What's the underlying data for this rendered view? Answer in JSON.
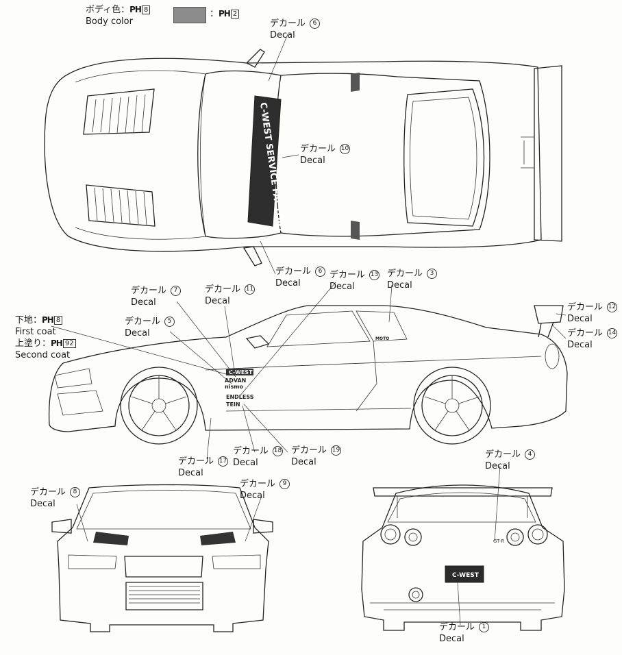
{
  "legend": {
    "body_color_jp": "ボディ色：",
    "body_color_en": "Body color",
    "paint_prefix": "PH",
    "body_paint_no": "8",
    "swatch_paint_no": "2",
    "swatch_color": "#8c8c8c",
    "first_coat_jp": "下地：",
    "first_coat_en": "First coat",
    "first_coat_no": "8",
    "second_coat_jp": "上塗り：",
    "second_coat_en": "Second coat",
    "second_coat_no": "92"
  },
  "decal_jp": "デカール",
  "decal_en": "Decal",
  "callouts": [
    {
      "id": "top-6a",
      "no": "6"
    },
    {
      "id": "top-10",
      "no": "10"
    },
    {
      "id": "top-6b",
      "no": "6"
    },
    {
      "id": "side-13",
      "no": "13"
    },
    {
      "id": "side-3",
      "no": "3"
    },
    {
      "id": "side-7",
      "no": "7"
    },
    {
      "id": "side-11",
      "no": "11"
    },
    {
      "id": "side-5",
      "no": "5"
    },
    {
      "id": "side-12",
      "no": "12"
    },
    {
      "id": "side-14",
      "no": "14"
    },
    {
      "id": "side-17",
      "no": "17"
    },
    {
      "id": "side-18",
      "no": "18"
    },
    {
      "id": "side-19",
      "no": "19"
    },
    {
      "id": "rear-4",
      "no": "4"
    },
    {
      "id": "front-8",
      "no": "8"
    },
    {
      "id": "front-9",
      "no": "9"
    },
    {
      "id": "rear-1",
      "no": "1"
    }
  ],
  "car_text": {
    "windshield_banner": "C-WEST SERVICE FACTORY",
    "advan": "ADVAN",
    "nismo": "nismo",
    "endless": "ENDLESS",
    "tein": "TEIN",
    "cwest": "C-WEST",
    "moto": "MOTO",
    "gtr": "GT-R"
  }
}
